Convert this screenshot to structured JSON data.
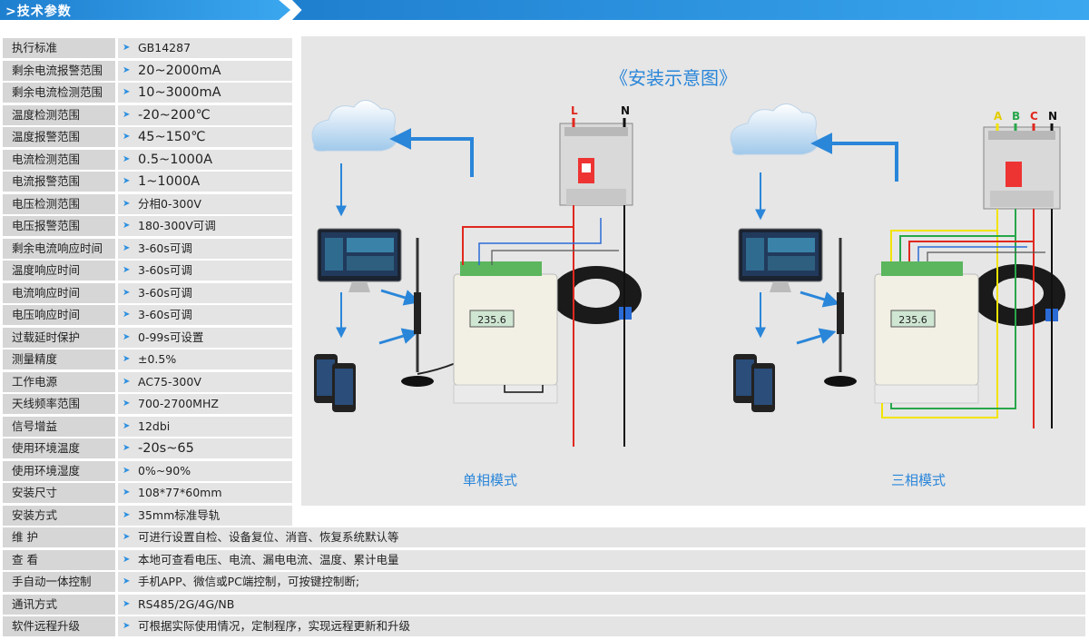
{
  "header": {
    "title": ">技术参数"
  },
  "specs": [
    {
      "label": "执行标准",
      "value": "GB14287"
    },
    {
      "label": "剩余电流报警范围",
      "value": "20~2000mA"
    },
    {
      "label": "剩余电流检测范围",
      "value": "10~3000mA"
    },
    {
      "label": "温度检测范围",
      "value": "-20~200℃"
    },
    {
      "label": "温度报警范围",
      "value": "45~150℃"
    },
    {
      "label": "电流检测范围",
      "value": "0.5~1000A"
    },
    {
      "label": "电流报警范围",
      "value": "1~1000A"
    },
    {
      "label": "电压检测范围",
      "value": "分相0-300V"
    },
    {
      "label": "电压报警范围",
      "value": "180-300V可调"
    },
    {
      "label": "剩余电流响应时间",
      "value": "3-60s可调"
    },
    {
      "label": "温度响应时间",
      "value": "3-60s可调"
    },
    {
      "label": "电流响应时间",
      "value": "3-60s可调"
    },
    {
      "label": "电压响应时间",
      "value": "3-60s可调"
    },
    {
      "label": "过载延时保护",
      "value": "0-99s可设置"
    },
    {
      "label": "测量精度",
      "value": "±0.5%"
    },
    {
      "label": "工作电源",
      "value": "AC75-300V"
    },
    {
      "label": "天线频率范围",
      "value": "700-2700MHZ"
    },
    {
      "label": "信号增益",
      "value": "12dbi"
    },
    {
      "label": "使用环境温度",
      "value": "-20s~65"
    },
    {
      "label": "使用环境湿度",
      "value": "0%~90%"
    },
    {
      "label": "安装尺寸",
      "value": "108*77*60mm"
    },
    {
      "label": "安装方式",
      "value": "35mm标准导轨"
    },
    {
      "label": "维    护",
      "value": "可进行设置自检、设备复位、消音、恢复系统默认等"
    },
    {
      "label": "查    看",
      "value": "本地可查看电压、电流、漏电电流、温度、累计电量"
    },
    {
      "label": "手自动一体控制",
      "value": "手机APP、微信或PC端控制，可按键控制断;"
    },
    {
      "label": "通讯方式",
      "value": "RS485/2G/4G/NB"
    },
    {
      "label": "软件远程升级",
      "value": "可根据实际使用情况，定制程序，实现远程更新和升级"
    }
  ],
  "diagram": {
    "title": "《安装示意图》",
    "single_caption": "单相模式",
    "three_caption": "三相模式",
    "single_labels": [
      "L",
      "N"
    ],
    "three_labels": [
      "A",
      "B",
      "C",
      "N"
    ],
    "display_value": "235.6",
    "colors": {
      "accent": "#2a86d9",
      "wire_red": "#e0281e",
      "wire_yellow": "#f2e400",
      "wire_green": "#27a74a",
      "wire_blue": "#2a6bd6"
    }
  }
}
